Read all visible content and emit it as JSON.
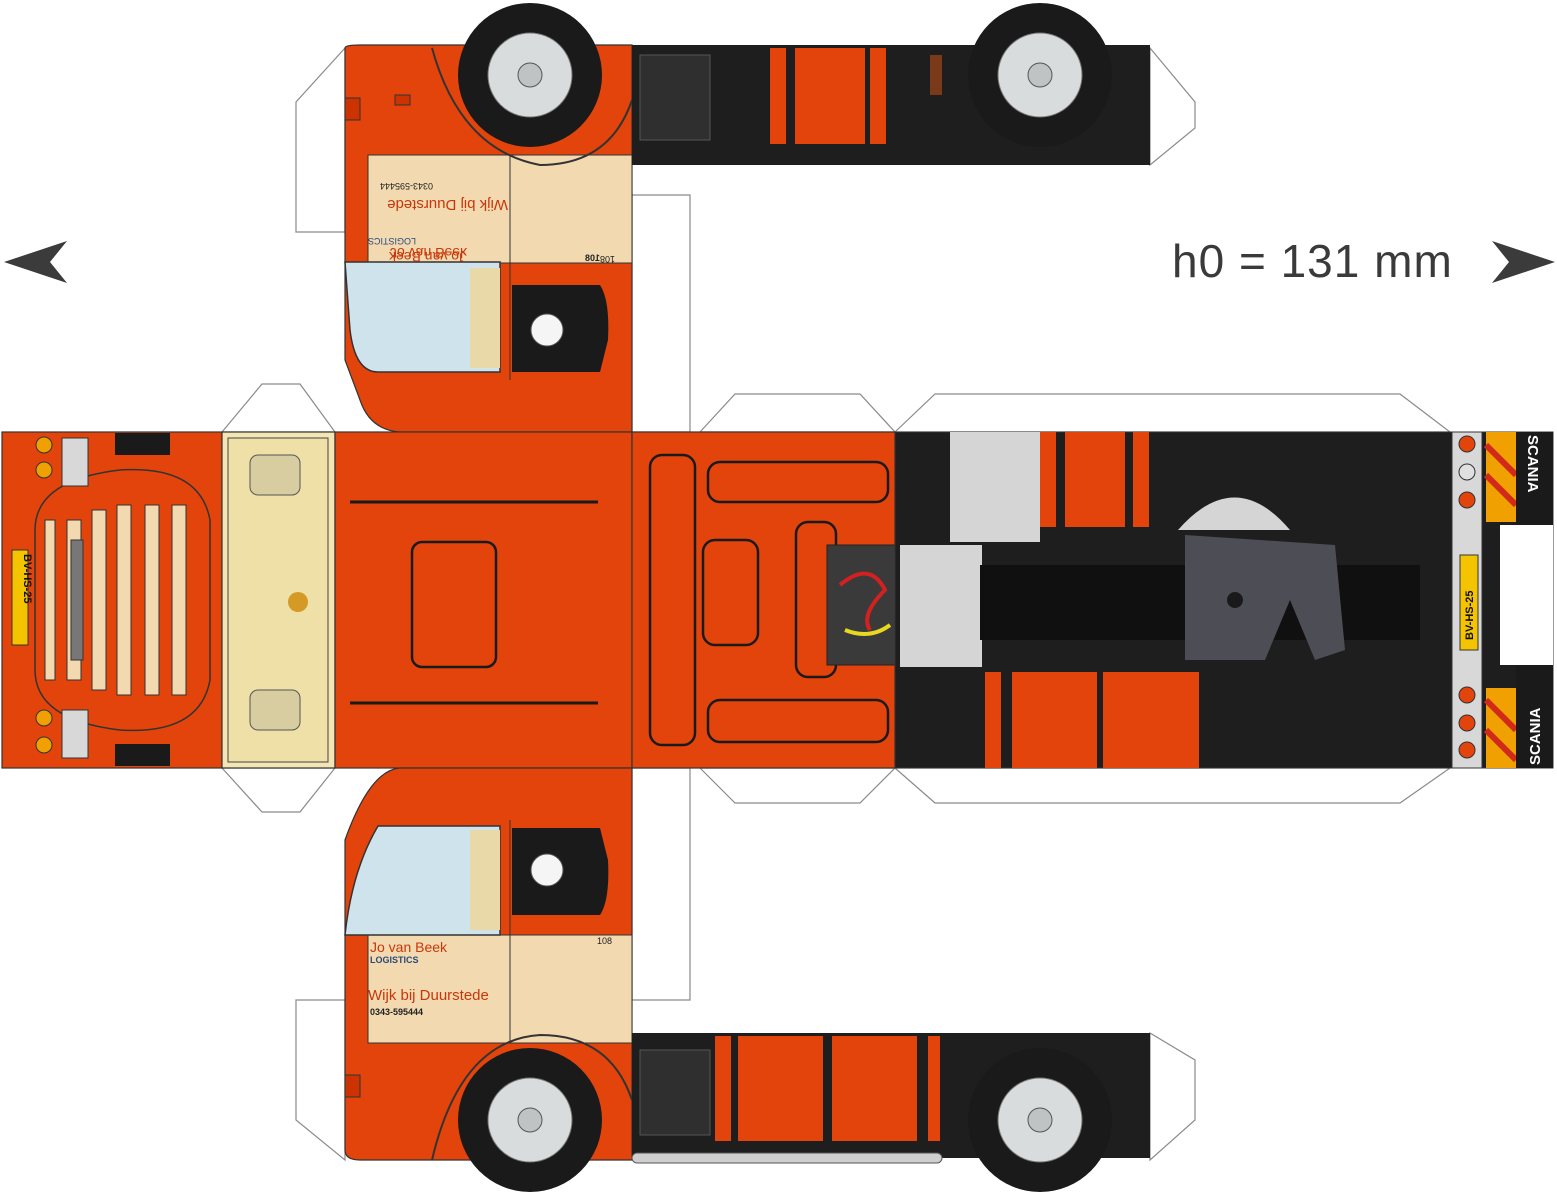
{
  "scale_label": "h0 = 131 mm",
  "nav": {
    "left_icon": "left-arrow-icon",
    "right_icon": "right-arrow-icon"
  },
  "colors": {
    "cab": "#e2440c",
    "cream": "#f2d9b0",
    "chassis": "#1e1e1e",
    "plate": "#f5c400",
    "background": "#ffffff"
  },
  "cab_side": {
    "fleet_number": "108",
    "company": "Jo van Beek",
    "division": "LOGISTICS",
    "city": "Wijk bij Duurstede",
    "phone": "0343-595444"
  },
  "license_plate": "BV-HS-25",
  "brand": "SCANIA"
}
